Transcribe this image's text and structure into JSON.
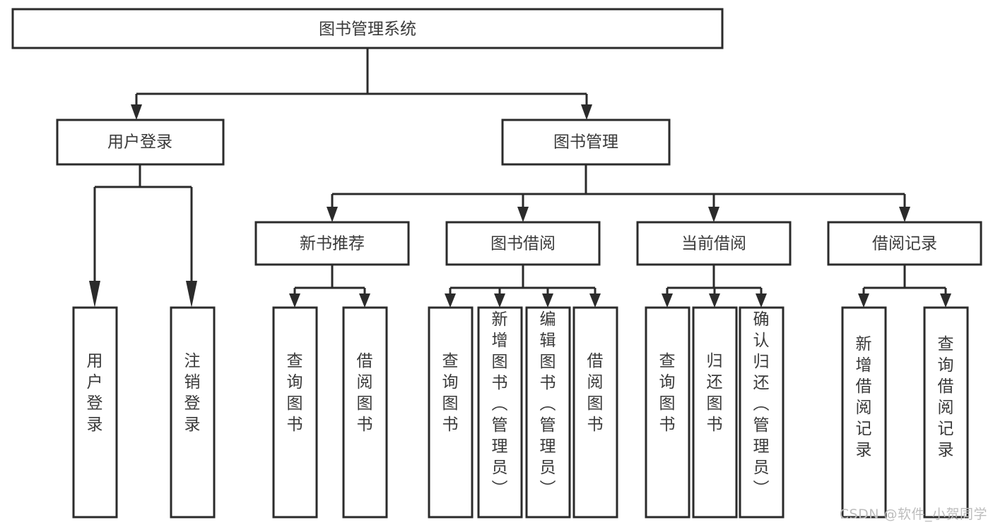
{
  "diagram": {
    "type": "tree-hierarchy",
    "title": "图书管理系统",
    "root": {
      "label": "图书管理系统"
    },
    "level2": [
      {
        "label": "用户登录"
      },
      {
        "label": "图书管理"
      }
    ],
    "level3": [
      {
        "label": "新书推荐"
      },
      {
        "label": "图书借阅"
      },
      {
        "label": "当前借阅"
      },
      {
        "label": "借阅记录"
      }
    ],
    "leaves": {
      "user_login": [
        {
          "label": "用户登录"
        },
        {
          "label": "注销登录"
        }
      ],
      "new_book_recommend": [
        {
          "label": "查询图书"
        },
        {
          "label": "借阅图书"
        }
      ],
      "book_borrow": [
        {
          "label": "查询图书"
        },
        {
          "label": "新增图书（管理员）"
        },
        {
          "label": "编辑图书（管理员）"
        },
        {
          "label": "借阅图书"
        }
      ],
      "current_borrow": [
        {
          "label": "查询图书"
        },
        {
          "label": "归还图书"
        },
        {
          "label": "确认归还（管理员）"
        }
      ],
      "borrow_record": [
        {
          "label": "新增借阅记录"
        },
        {
          "label": "查询借阅记录"
        }
      ]
    }
  },
  "watermark": {
    "text": "CSDN @软件_小贺同学"
  },
  "colors": {
    "box_stroke": "#2b2b2b",
    "box_fill": "#ffffff",
    "text": "#3a3a3a",
    "watermark": "#bdbdbd",
    "background": "#ffffff"
  }
}
